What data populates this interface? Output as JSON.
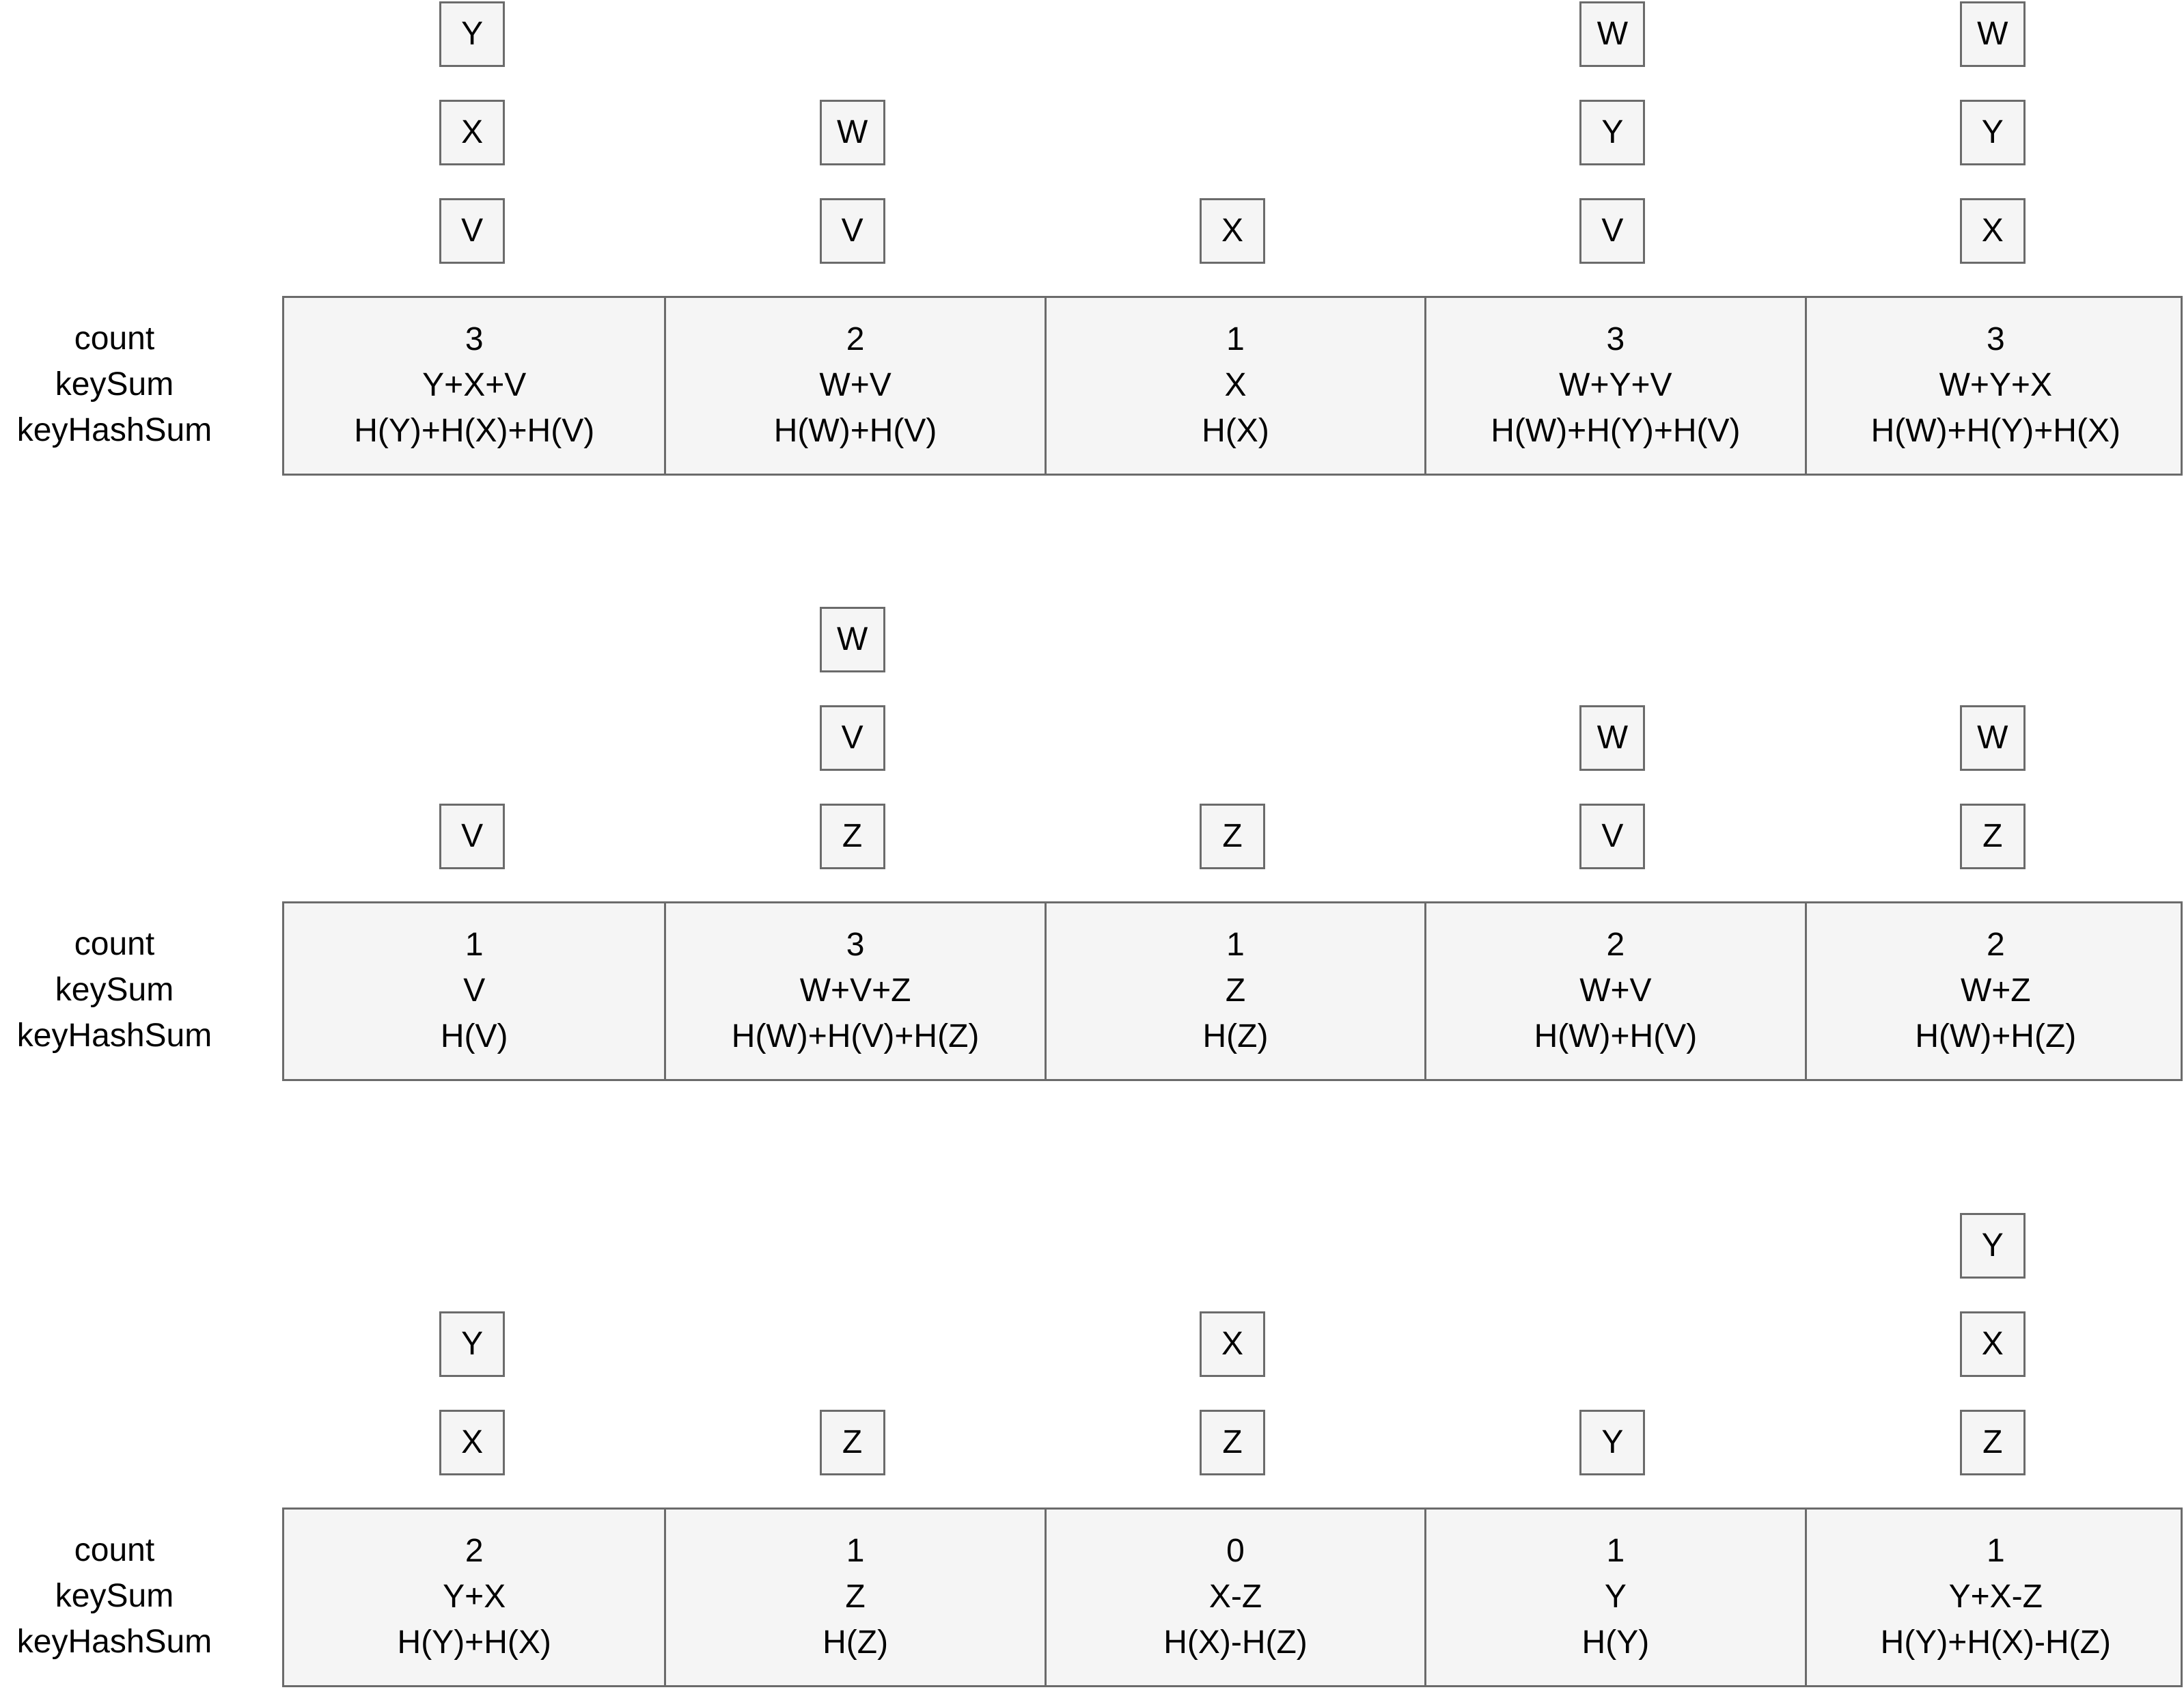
{
  "row_labels": [
    "count",
    "keySum",
    "keyHashSum"
  ],
  "sections": [
    {
      "cells": [
        {
          "count": "3",
          "keySum": "Y+X+V",
          "keyHashSum": "H(Y)+H(X)+H(V)",
          "stack": [
            "Y",
            "X",
            "V"
          ]
        },
        {
          "count": "2",
          "keySum": "W+V",
          "keyHashSum": "H(W)+H(V)",
          "stack": [
            "W",
            "V"
          ]
        },
        {
          "count": "1",
          "keySum": "X",
          "keyHashSum": "H(X)",
          "stack": [
            "X"
          ]
        },
        {
          "count": "3",
          "keySum": "W+Y+V",
          "keyHashSum": "H(W)+H(Y)+H(V)",
          "stack": [
            "W",
            "Y",
            "V"
          ]
        },
        {
          "count": "3",
          "keySum": "W+Y+X",
          "keyHashSum": "H(W)+H(Y)+H(X)",
          "stack": [
            "W",
            "Y",
            "X"
          ]
        }
      ]
    },
    {
      "cells": [
        {
          "count": "1",
          "keySum": "V",
          "keyHashSum": "H(V)",
          "stack": [
            "V"
          ]
        },
        {
          "count": "3",
          "keySum": "W+V+Z",
          "keyHashSum": "H(W)+H(V)+H(Z)",
          "stack": [
            "W",
            "V",
            "Z"
          ]
        },
        {
          "count": "1",
          "keySum": "Z",
          "keyHashSum": "H(Z)",
          "stack": [
            "Z"
          ]
        },
        {
          "count": "2",
          "keySum": "W+V",
          "keyHashSum": "H(W)+H(V)",
          "stack": [
            "W",
            "V"
          ]
        },
        {
          "count": "2",
          "keySum": "W+Z",
          "keyHashSum": "H(W)+H(Z)",
          "stack": [
            "W",
            "Z"
          ]
        }
      ]
    },
    {
      "cells": [
        {
          "count": "2",
          "keySum": "Y+X",
          "keyHashSum": "H(Y)+H(X)",
          "stack": [
            "Y",
            "X"
          ]
        },
        {
          "count": "1",
          "keySum": "Z",
          "keyHashSum": "H(Z)",
          "stack": [
            "Z"
          ]
        },
        {
          "count": "0",
          "keySum": "X-Z",
          "keyHashSum": "H(X)-H(Z)",
          "stack": [
            "X",
            "Z"
          ]
        },
        {
          "count": "1",
          "keySum": "Y",
          "keyHashSum": "H(Y)",
          "stack": [
            "Y"
          ]
        },
        {
          "count": "1",
          "keySum": "Y+X-Z",
          "keyHashSum": "H(Y)+H(X)-H(Z)",
          "stack": [
            "Y",
            "X",
            "Z"
          ]
        }
      ]
    }
  ]
}
